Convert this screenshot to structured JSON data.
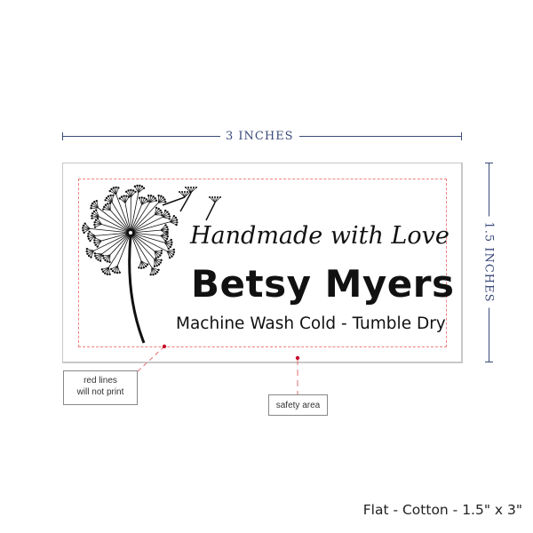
{
  "dimensions": {
    "width_label": "3 INCHES",
    "height_label": "1.5 INCHES"
  },
  "label": {
    "tagline": "Handmade with Love",
    "name": "Betsy Myers",
    "care": "Machine Wash Cold - Tumble Dry"
  },
  "callouts": {
    "red_lines": [
      "red lines",
      "will not print"
    ],
    "safety_area": "safety area"
  },
  "product": "Flat - Cotton - 1.5\" x 3\"",
  "colors": {
    "dimension": "#3a4a7a",
    "safety_line": "#f08080",
    "callout_dot": "#c8102e"
  }
}
